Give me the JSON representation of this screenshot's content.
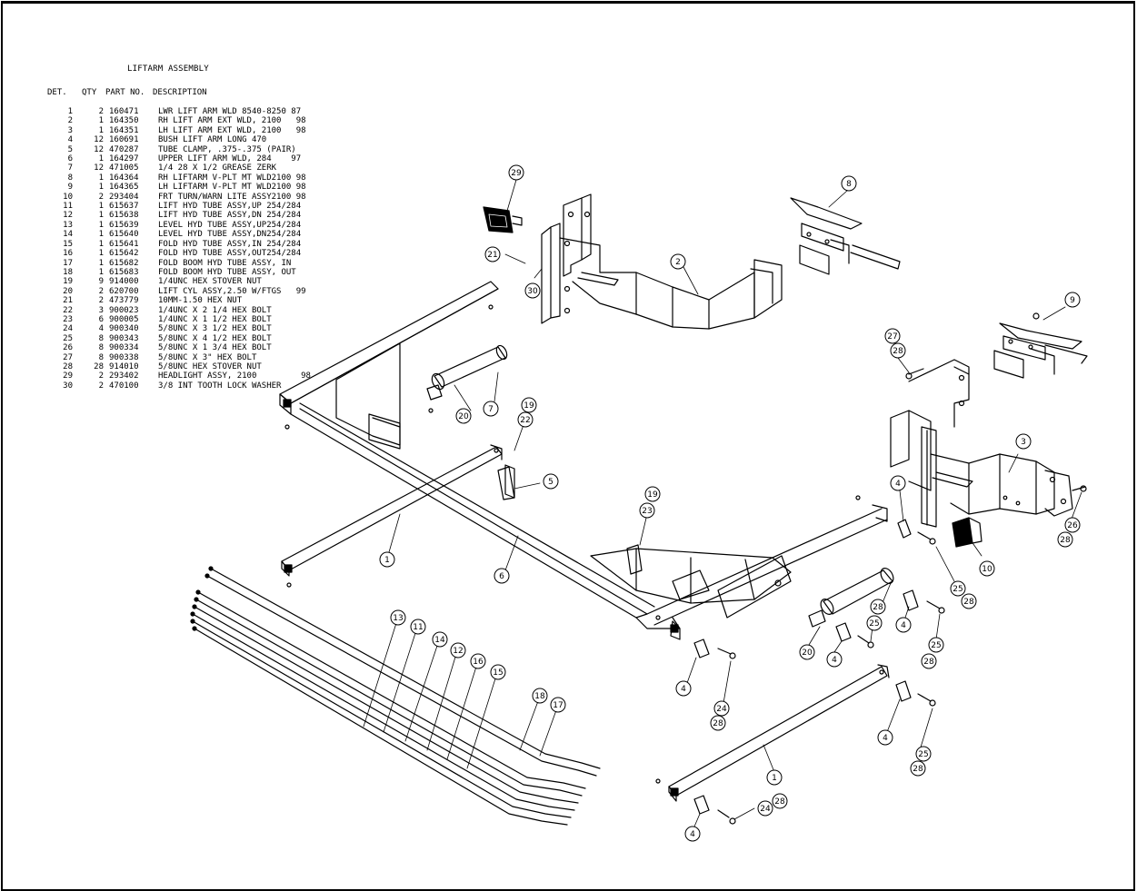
{
  "title": "LIFTARM ASSEMBLY",
  "headers": {
    "det": "DET.",
    "qty": "QTY",
    "part": "PART NO.",
    "desc": "DESCRIPTION"
  },
  "parts": [
    {
      "det": "1",
      "qty": "2",
      "part": "160471",
      "desc": "LWR LIFT ARM WLD 8540-8250 87"
    },
    {
      "det": "2",
      "qty": "1",
      "part": "164350",
      "desc": "RH LIFT ARM EXT WLD, 2100   98"
    },
    {
      "det": "3",
      "qty": "1",
      "part": "164351",
      "desc": "LH LIFT ARM EXT WLD, 2100   98"
    },
    {
      "det": "4",
      "qty": "12",
      "part": "160691",
      "desc": "BUSH LIFT ARM LONG 470"
    },
    {
      "det": "5",
      "qty": "12",
      "part": "470287",
      "desc": "TUBE CLAMP, .375-.375 (PAIR)"
    },
    {
      "det": "6",
      "qty": "1",
      "part": "164297",
      "desc": "UPPER LIFT ARM WLD, 284    97"
    },
    {
      "det": "7",
      "qty": "12",
      "part": "471005",
      "desc": "1/4 28 X 1/2 GREASE ZERK"
    },
    {
      "det": "8",
      "qty": "1",
      "part": "164364",
      "desc": "RH LIFTARM V-PLT MT WLD2100 98"
    },
    {
      "det": "9",
      "qty": "1",
      "part": "164365",
      "desc": "LH LIFTARM V-PLT MT WLD2100 98"
    },
    {
      "det": "10",
      "qty": "2",
      "part": "293404",
      "desc": "FRT TURN/WARN LITE ASSY2100 98"
    },
    {
      "det": "11",
      "qty": "1",
      "part": "615637",
      "desc": "LIFT HYD TUBE ASSY,UP 254/284"
    },
    {
      "det": "12",
      "qty": "1",
      "part": "615638",
      "desc": "LIFT HYD TUBE ASSY,DN 254/284"
    },
    {
      "det": "13",
      "qty": "1",
      "part": "615639",
      "desc": "LEVEL HYD TUBE ASSY,UP254/284"
    },
    {
      "det": "14",
      "qty": "1",
      "part": "615640",
      "desc": "LEVEL HYD TUBE ASSY,DN254/284"
    },
    {
      "det": "15",
      "qty": "1",
      "part": "615641",
      "desc": "FOLD HYD TUBE ASSY,IN 254/284"
    },
    {
      "det": "16",
      "qty": "1",
      "part": "615642",
      "desc": "FOLD HYD TUBE ASSY,OUT254/284"
    },
    {
      "det": "17",
      "qty": "1",
      "part": "615682",
      "desc": "FOLD BOOM HYD TUBE ASSY, IN"
    },
    {
      "det": "18",
      "qty": "1",
      "part": "615683",
      "desc": "FOLD BOOM HYD TUBE ASSY, OUT"
    },
    {
      "det": "19",
      "qty": "9",
      "part": "914000",
      "desc": "1/4UNC HEX STOVER NUT"
    },
    {
      "det": "20",
      "qty": "2",
      "part": "620700",
      "desc": "LIFT CYL ASSY,2.50 W/FTGS   99"
    },
    {
      "det": "21",
      "qty": "2",
      "part": "473779",
      "desc": "10MM-1.50 HEX NUT"
    },
    {
      "det": "22",
      "qty": "3",
      "part": "900023",
      "desc": "1/4UNC X 2 1/4 HEX BOLT"
    },
    {
      "det": "23",
      "qty": "6",
      "part": "900005",
      "desc": "1/4UNC X 1 1/2 HEX BOLT"
    },
    {
      "det": "24",
      "qty": "4",
      "part": "900340",
      "desc": "5/8UNC X 3 1/2 HEX BOLT"
    },
    {
      "det": "25",
      "qty": "8",
      "part": "900343",
      "desc": "5/8UNC X 4 1/2 HEX BOLT"
    },
    {
      "det": "26",
      "qty": "8",
      "part": "900334",
      "desc": "5/8UNC X 1 3/4 HEX BOLT"
    },
    {
      "det": "27",
      "qty": "8",
      "part": "900338",
      "desc": "5/8UNC X 3\" HEX BOLT"
    },
    {
      "det": "28",
      "qty": "28",
      "part": "914010",
      "desc": "5/8UNC HEX STOVER NUT"
    },
    {
      "det": "29",
      "qty": "2",
      "part": "293402",
      "desc": "HEADLIGHT ASSY, 2100         98"
    },
    {
      "det": "30",
      "qty": "2",
      "part": "470100",
      "desc": "3/8 INT TOOTH LOCK WASHER"
    }
  ],
  "callouts": {
    "c29": "29",
    "c8": "8",
    "c21": "21",
    "c2": "2",
    "c30": "30",
    "c9": "9",
    "c27": "27",
    "c28a": "28",
    "c20a": "20",
    "c7": "7",
    "c19a": "19",
    "c22": "22",
    "c5": "5",
    "c3": "3",
    "c4a": "4",
    "c26": "26",
    "c28b": "28",
    "c19b": "19",
    "c23": "23",
    "c10": "10",
    "c1a": "1",
    "c6": "6",
    "c25a": "25",
    "c28c": "28",
    "c28d": "28",
    "c25b": "25",
    "c4b": "4",
    "c25c": "25",
    "c28e": "28",
    "c20b": "20",
    "c4c": "4",
    "c13": "13",
    "c11": "11",
    "c14": "14",
    "c12": "12",
    "c16": "16",
    "c15": "15",
    "c18": "18",
    "c17": "17",
    "c4d": "4",
    "c24a": "24",
    "c28f": "28",
    "c4e": "4",
    "c25d": "25",
    "c28g": "28",
    "c1b": "1",
    "c24b": "24",
    "c28h": "28",
    "c4f": "4"
  }
}
